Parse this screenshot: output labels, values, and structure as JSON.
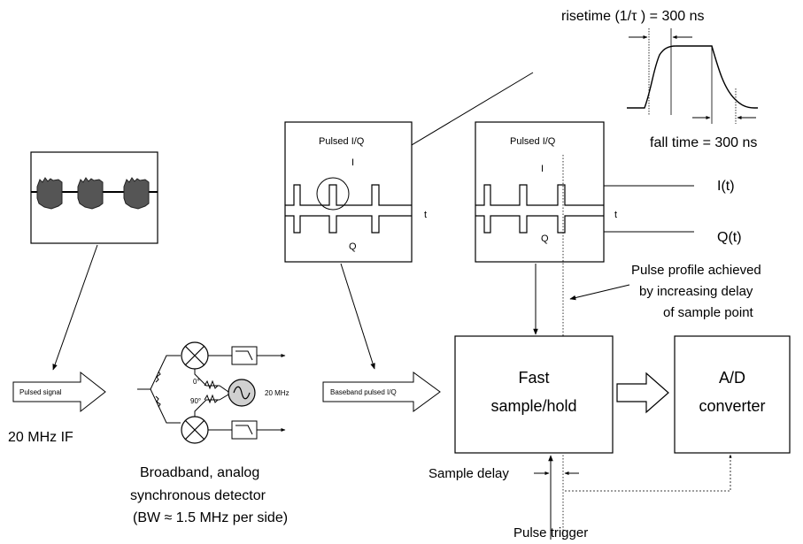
{
  "rise_time_label": "risetime (1/τ ) = 300 ns",
  "fall_time_label": "fall time = 300 ns",
  "pulsed_iq_1": {
    "title": "Pulsed  I/Q",
    "i_label": "I",
    "q_label": "Q",
    "t_label": "t"
  },
  "pulsed_iq_2": {
    "title": "Pulsed  I/Q",
    "i_label": "I",
    "q_label": "Q",
    "t_label": "t"
  },
  "outputs": {
    "i_out": "I(t)",
    "q_out": "Q(t)"
  },
  "pulse_profile_note": [
    "Pulse profile achieved",
    "by increasing delay",
    "of sample point"
  ],
  "arrows": {
    "pulsed_signal": "Pulsed signal",
    "baseband": "Baseband pulsed I/Q"
  },
  "if_label": "20 MHz IF",
  "detector": {
    "phase_0": "0°",
    "phase_90": "90°",
    "lo_freq": "20 MHz",
    "caption": [
      "Broadband, analog",
      "synchronous detector",
      "(BW  ≈ 1.5 MHz per side)"
    ]
  },
  "sample_hold": [
    "Fast",
    "sample/hold"
  ],
  "adc": [
    "A/D",
    "converter"
  ],
  "sample_delay": "Sample delay",
  "pulse_trigger": "Pulse trigger"
}
